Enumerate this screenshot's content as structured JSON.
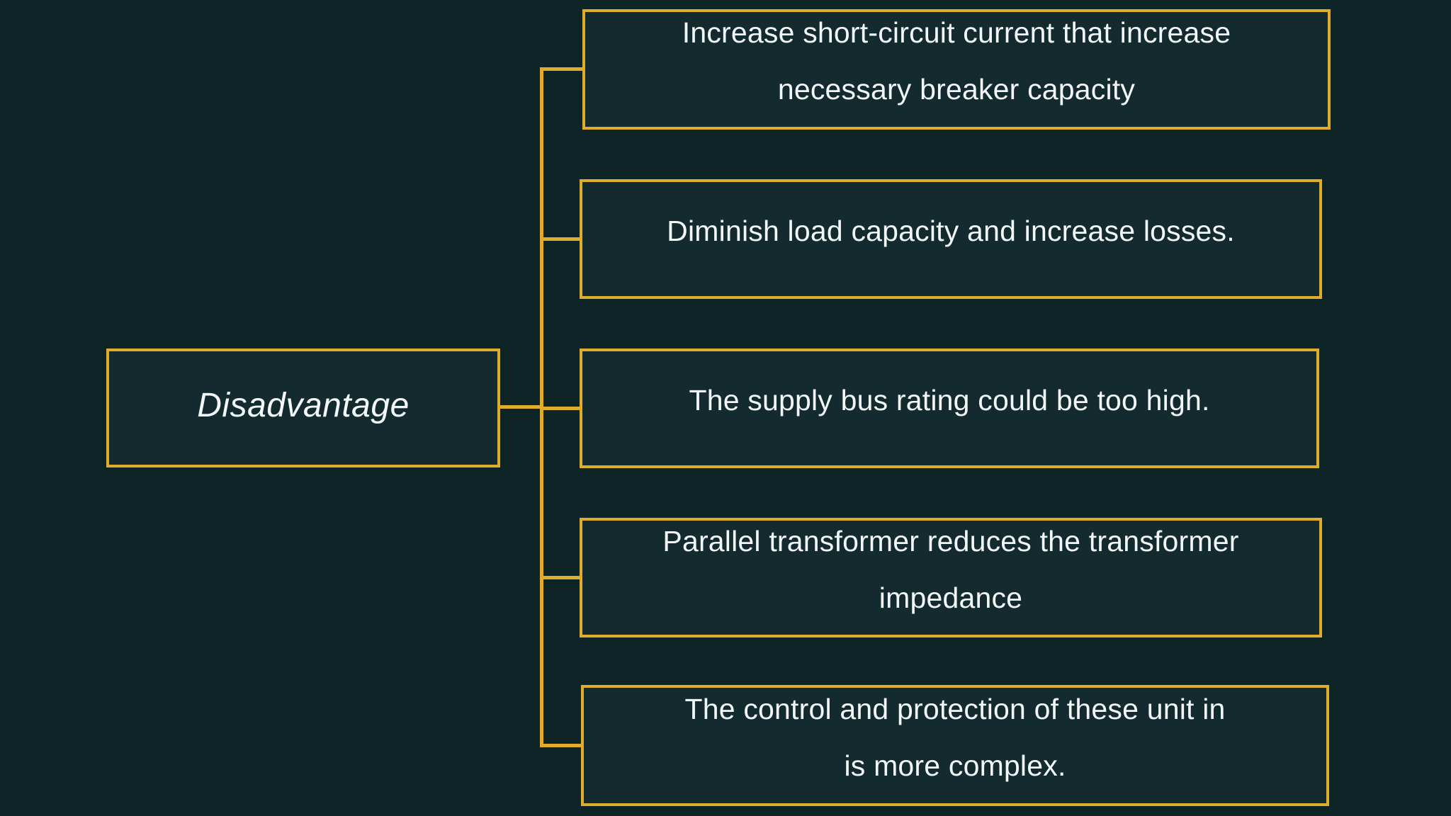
{
  "diagram": {
    "title": "Disadvantage",
    "accent_color": "#e0ac2b",
    "background_color": "#0f2427",
    "box_fill_color": "#132b2e",
    "text_color": "#f2f6f6",
    "root": {
      "label": "Disadvantage"
    },
    "branches": [
      {
        "label": "Increase short-circuit current that increase\nnecessary breaker capacity"
      },
      {
        "label": "Diminish load capacity and increase losses."
      },
      {
        "label": "The supply bus rating could be too high."
      },
      {
        "label": "Parallel transformer reduces the transformer\nimpedance"
      },
      {
        "label": "The control and protection of these unit in\nis more complex."
      }
    ]
  }
}
